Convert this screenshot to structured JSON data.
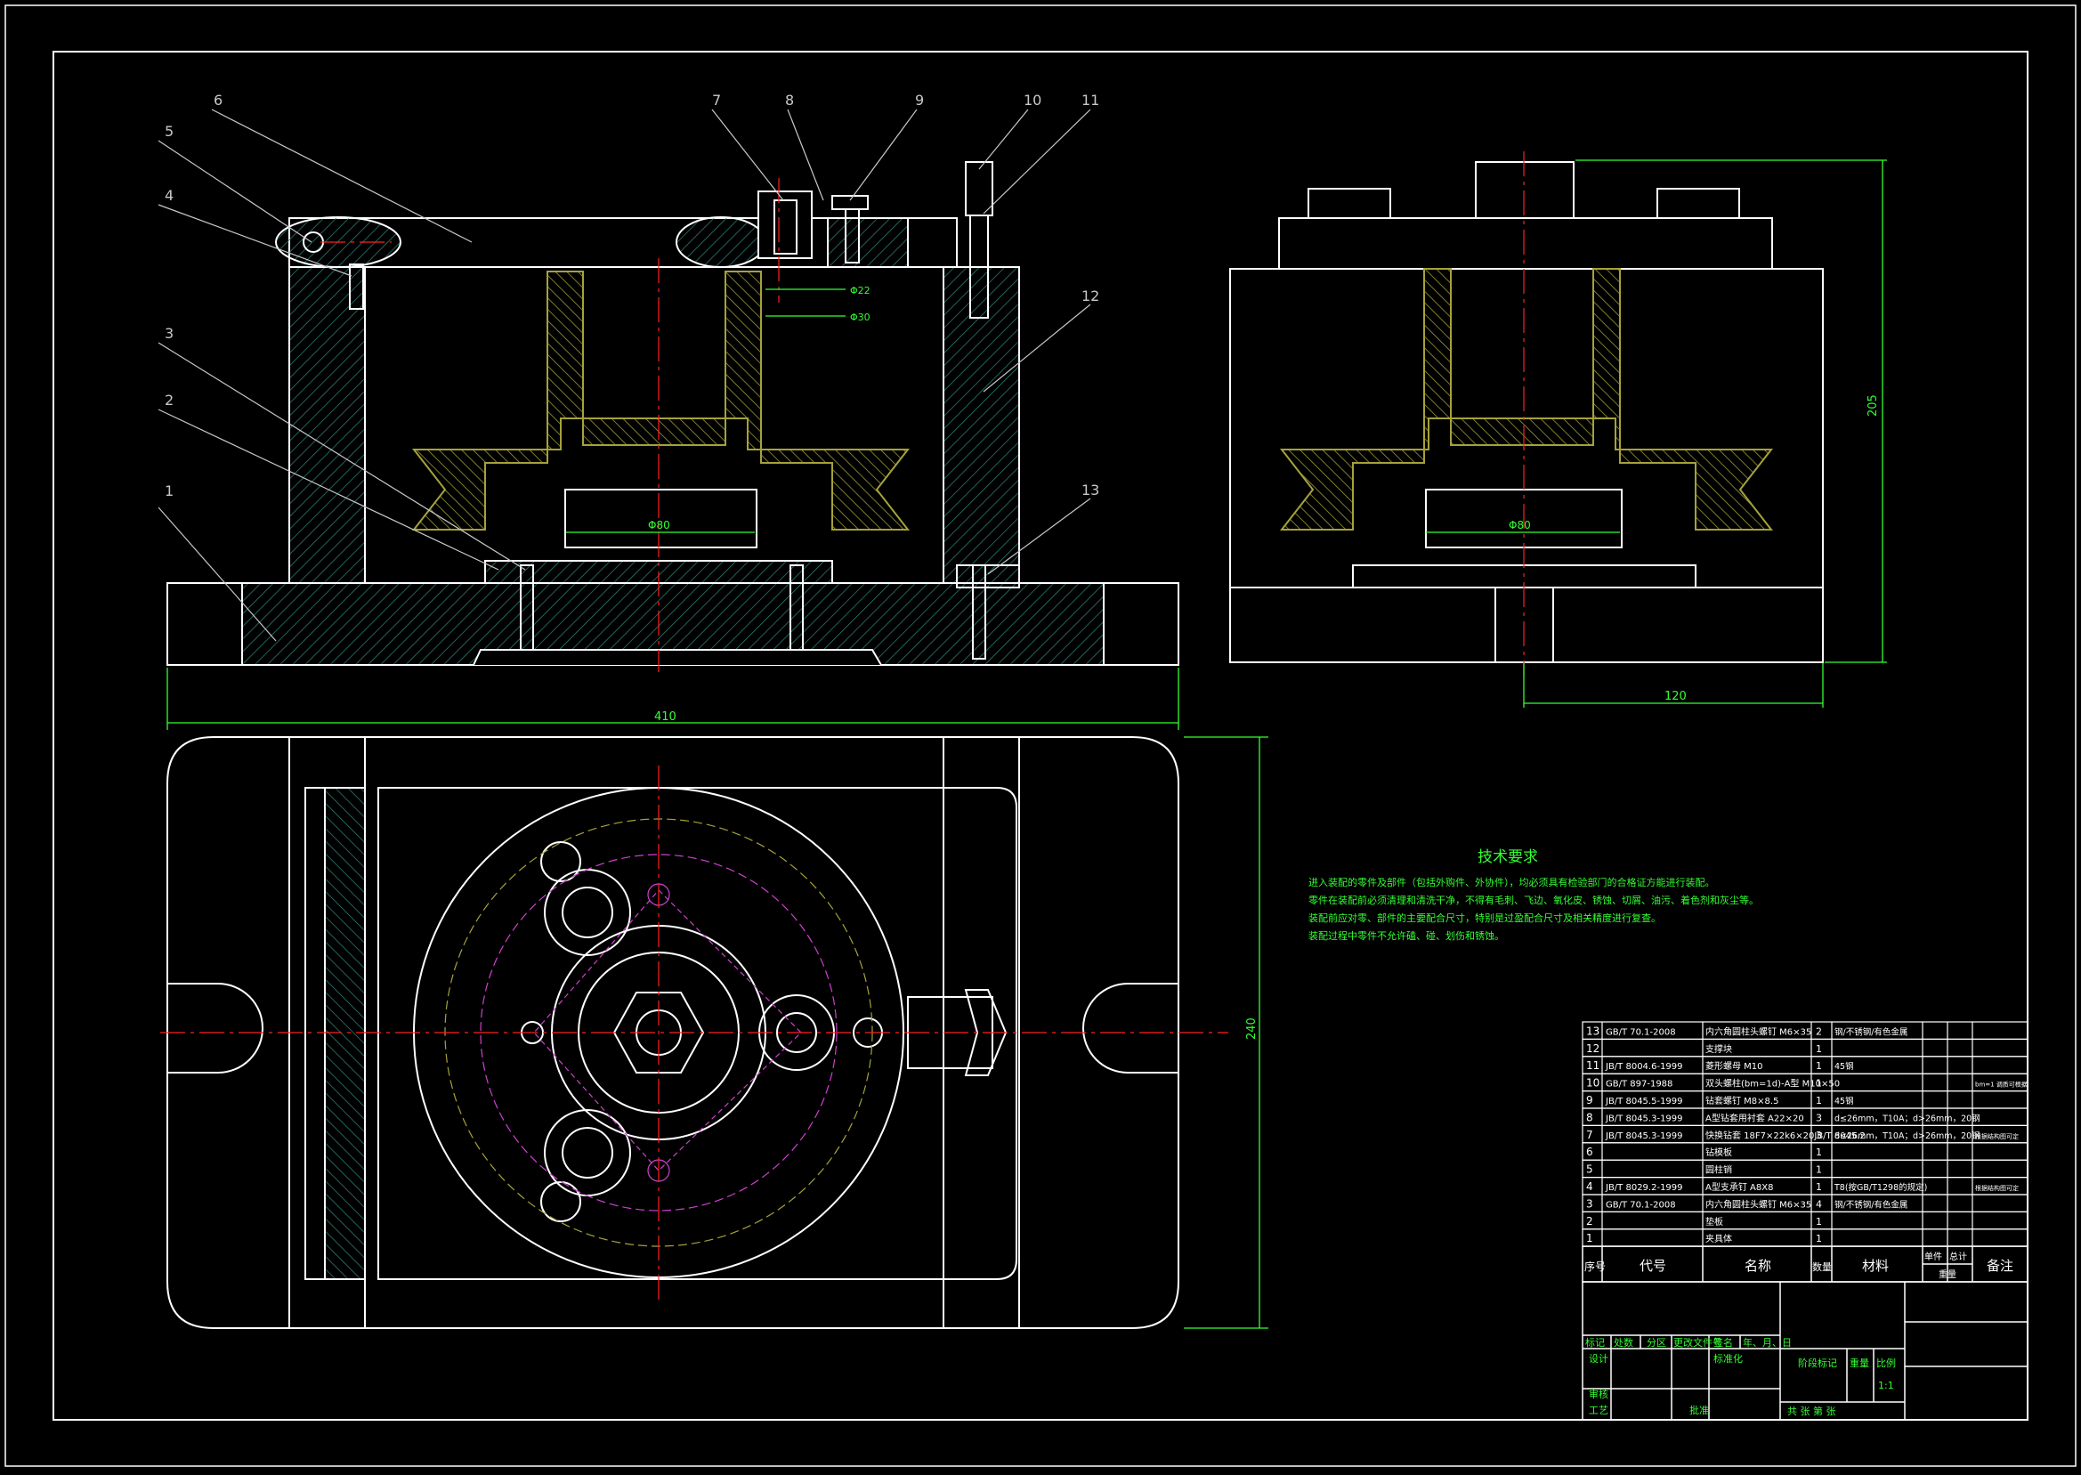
{
  "colors": {
    "background": "#000000",
    "outline": "#ffffff",
    "hatch_part": "#2a7a72",
    "hatch_work": "#a6a23a",
    "center": "#ff2020",
    "dim": "#33ff33",
    "magenta": "#d040d0",
    "leader": "#c8c8c8"
  },
  "balloons": [
    {
      "id": "b1",
      "label": "1"
    },
    {
      "id": "b2",
      "label": "2"
    },
    {
      "id": "b3",
      "label": "3"
    },
    {
      "id": "b4",
      "label": "4"
    },
    {
      "id": "b5",
      "label": "5"
    },
    {
      "id": "b6",
      "label": "6"
    },
    {
      "id": "b7",
      "label": "7"
    },
    {
      "id": "b8",
      "label": "8"
    },
    {
      "id": "b9",
      "label": "9"
    },
    {
      "id": "b10",
      "label": "10"
    },
    {
      "id": "b11",
      "label": "11"
    },
    {
      "id": "b12",
      "label": "12"
    },
    {
      "id": "b13",
      "label": "13"
    }
  ],
  "dimensions": {
    "overall_width": "410",
    "side_width": "120",
    "side_height": "205",
    "top_height": "240",
    "bore_front": "Φ80",
    "bore_side": "Φ80",
    "fit_upper": "Φ22",
    "fit_lower": "Φ30"
  },
  "tech_requirements": {
    "title": "技术要求",
    "lines": [
      "进入装配的零件及部件（包括外购件、外协件），均必须具有检验部门的合格证方能进行装配。",
      "零件在装配前必须清理和清洗干净，不得有毛刺、飞边、氧化皮、锈蚀、切屑、油污、着色剂和灰尘等。",
      "装配前应对零、部件的主要配合尺寸，特别是过盈配合尺寸及相关精度进行复查。",
      "装配过程中零件不允许磕、碰、划伤和锈蚀。"
    ]
  },
  "bom": {
    "rows": [
      {
        "no": "13",
        "code": "GB/T 70.1-2008",
        "name": "内六角圆柱头螺钉 M6×35",
        "qty": "2",
        "mat": "钢/不锈钢/有色金属",
        "note": ""
      },
      {
        "no": "12",
        "code": "",
        "name": "支撑块",
        "qty": "1",
        "mat": "",
        "note": ""
      },
      {
        "no": "11",
        "code": "JB/T 8004.6-1999",
        "name": "菱形螺母 M10",
        "qty": "1",
        "mat": "45钢",
        "note": ""
      },
      {
        "no": "10",
        "code": "GB/T 897-1988",
        "name": "双头螺柱(bm=1d)-A型 M10×50",
        "qty": "1",
        "mat": "",
        "note": "bm=1  调质可根据"
      },
      {
        "no": "9",
        "code": "JB/T 8045.5-1999",
        "name": "钻套螺钉 M8×8.5",
        "qty": "1",
        "mat": "45钢",
        "note": ""
      },
      {
        "no": "8",
        "code": "JB/T 8045.3-1999",
        "name": "A型钻套用衬套 A22×20",
        "qty": "3",
        "mat": "d≤26mm，T10A；d>26mm，20钢",
        "note": ""
      },
      {
        "no": "7",
        "code": "JB/T 8045.3-1999",
        "name": "快换钻套 18F7×22k6×20JB/T 8045.2",
        "qty": "3",
        "mat": "d≤26mm，T10A；d>26mm，20钢",
        "note": "根据结构图可定"
      },
      {
        "no": "6",
        "code": "",
        "name": "钻模板",
        "qty": "1",
        "mat": "",
        "note": ""
      },
      {
        "no": "5",
        "code": "",
        "name": "圆柱销",
        "qty": "1",
        "mat": "",
        "note": ""
      },
      {
        "no": "4",
        "code": "JB/T 8029.2-1999",
        "name": "A型支承钉 A8X8",
        "qty": "1",
        "mat": "T8(按GB/T1298的规定)",
        "note": "根据结构图可定"
      },
      {
        "no": "3",
        "code": "GB/T 70.1-2008",
        "name": "内六角圆柱头螺钉 M6×35",
        "qty": "4",
        "mat": "钢/不锈钢/有色金属",
        "note": ""
      },
      {
        "no": "2",
        "code": "",
        "name": "垫板",
        "qty": "1",
        "mat": "",
        "note": ""
      },
      {
        "no": "1",
        "code": "",
        "name": "夹具体",
        "qty": "1",
        "mat": "",
        "note": ""
      }
    ],
    "header": {
      "no": "序号",
      "code": "代号",
      "name": "名称",
      "qty": "数量",
      "mat": "材料",
      "unit": "单件",
      "total": "总计",
      "weight": "重量",
      "note": "备注"
    }
  },
  "title_block": {
    "row1": [
      "标记",
      "处数",
      "分区",
      "更改文件号",
      "签名",
      "年、月、日"
    ],
    "design": "设计",
    "standard": "标准化",
    "stage": "阶段标记",
    "weight": "重量",
    "ratio": "比例",
    "ratio_val": "1:1",
    "review": "审核",
    "process": "工艺",
    "approve": "批准",
    "sheets": "共    张   第    张"
  }
}
